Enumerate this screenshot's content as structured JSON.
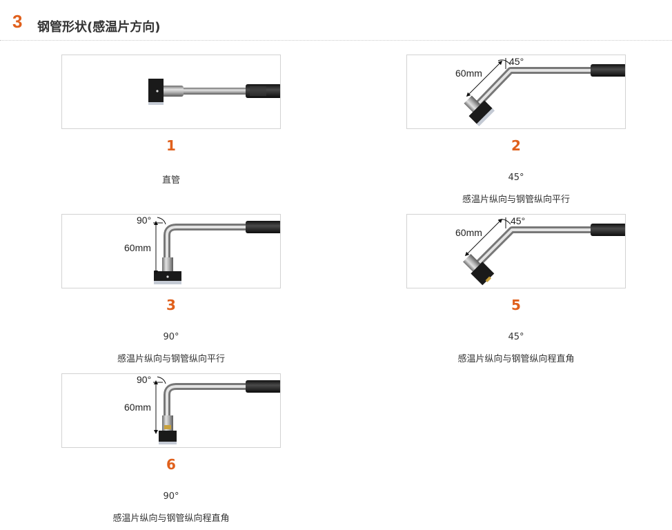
{
  "section": {
    "number": "3",
    "title": "钢管形状(感温片方向)"
  },
  "items": [
    {
      "number": "1",
      "line1": "直管",
      "line2": ""
    },
    {
      "number": "2",
      "line1": "45°",
      "line2": "感温片纵向与钢管纵向平行",
      "angle": "45°",
      "length": "60mm"
    },
    {
      "number": "3",
      "line1": "90°",
      "line2": "感温片纵向与钢管纵向平行",
      "angle": "90°",
      "length": "60mm"
    },
    {
      "number": "5",
      "line1": "45°",
      "line2": "感温片纵向与钢管纵向程直角",
      "angle": "45°",
      "length": "60mm"
    },
    {
      "number": "6",
      "line1": "90°",
      "line2": "感温片纵向与钢管纵向程直角",
      "angle": "90°",
      "length": "60mm"
    }
  ]
}
